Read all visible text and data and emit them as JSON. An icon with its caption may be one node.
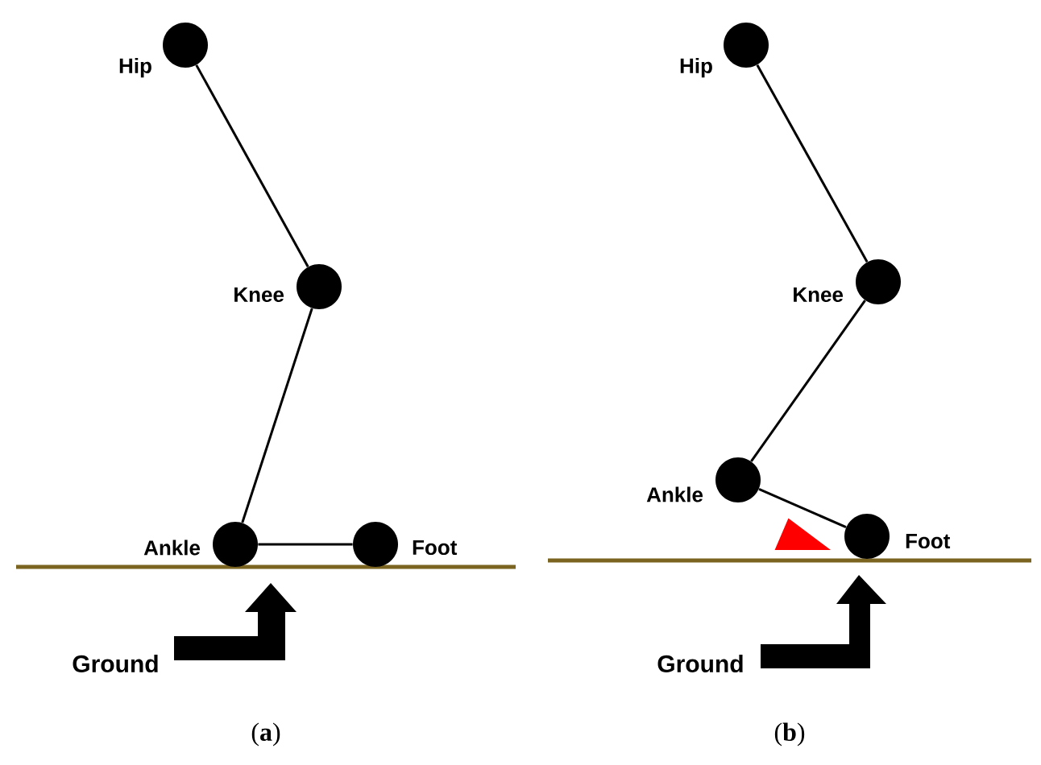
{
  "diagram": {
    "nodes": [
      {
        "text": [],
        "shape": "circle",
        "beside": [
          "Hip"
        ]
      },
      {
        "text": [],
        "shape": "circle",
        "beside": [
          "Knee"
        ]
      },
      {
        "text": [],
        "shape": "circle",
        "beside": [
          "Ankle"
        ]
      },
      {
        "text": [],
        "shape": "circle",
        "beside": [
          "Foot"
        ]
      },
      {
        "text": [],
        "shape": "circle",
        "beside": [
          "Hip"
        ]
      },
      {
        "text": [],
        "shape": "circle",
        "beside": [
          "Knee"
        ]
      },
      {
        "text": [],
        "shape": "circle",
        "beside": [
          "Ankle"
        ]
      },
      {
        "text": [],
        "shape": "circle",
        "beside": [
          "Foot"
        ]
      }
    ],
    "edges": [
      {
        "from": 0,
        "to": 1,
        "arrow": "none"
      },
      {
        "from": 1,
        "to": 2,
        "arrow": "none"
      },
      {
        "from": 2,
        "to": 3,
        "arrow": "none"
      },
      {
        "from": 4,
        "to": 5,
        "arrow": "none"
      },
      {
        "from": 5,
        "to": 6,
        "arrow": "none"
      },
      {
        "from": 6,
        "to": 7,
        "arrow": "none"
      }
    ],
    "labels": [
      "Ground",
      "Ground",
      "(**a**)",
      "(**b**)"
    ]
  }
}
